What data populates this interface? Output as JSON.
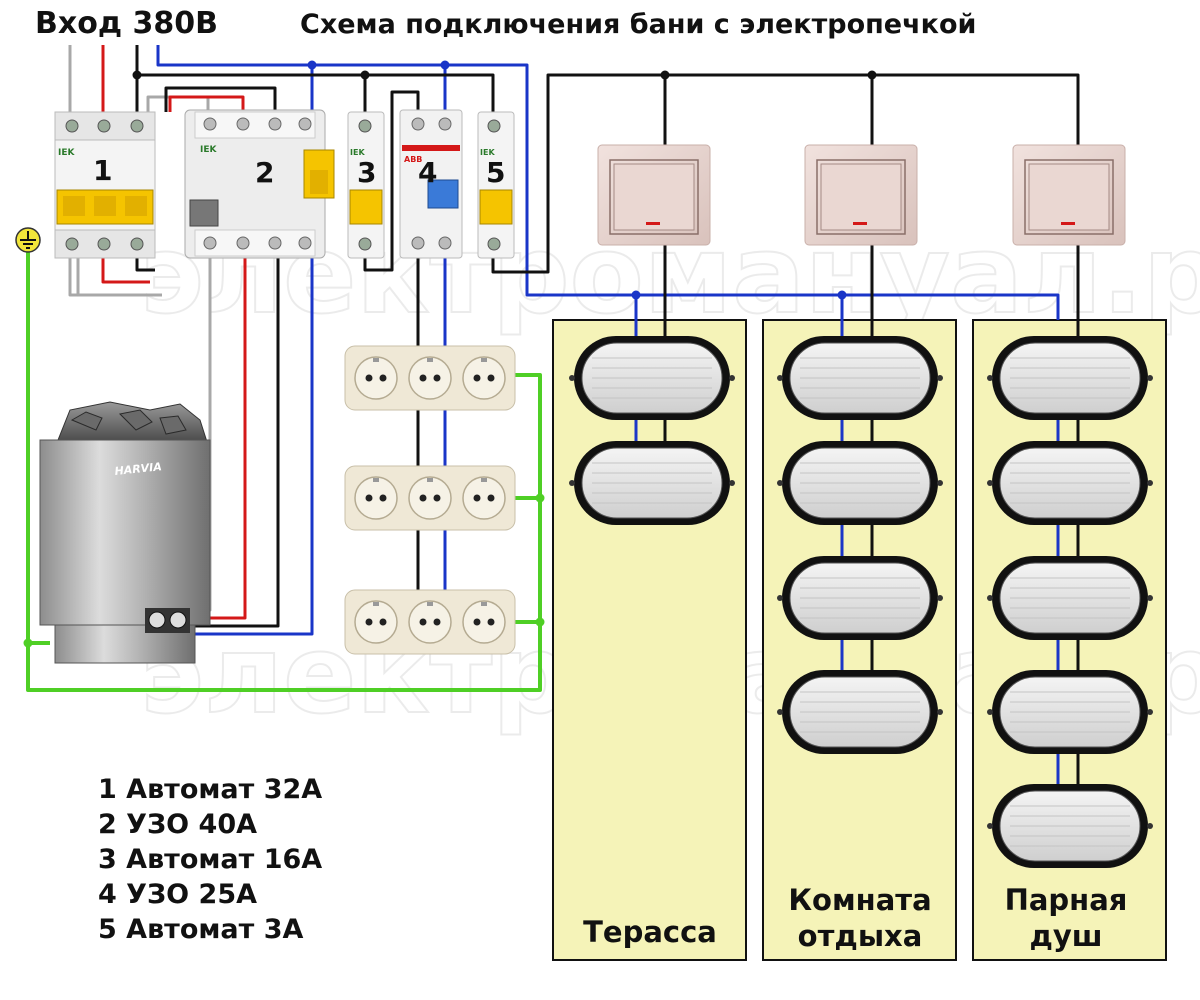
{
  "header": {
    "input_label": "Вход 380В",
    "title": "Схема подключения бани с электропечкой"
  },
  "devices": [
    {
      "number": "1",
      "brand": "IEK"
    },
    {
      "number": "2",
      "brand": "IEK"
    },
    {
      "number": "3",
      "brand": "IEK"
    },
    {
      "number": "4",
      "brand": "ABB"
    },
    {
      "number": "5",
      "brand": "IEK"
    }
  ],
  "heater": {
    "brand": "HARVIA"
  },
  "legend": [
    "1 Автомат 32А",
    "2 УЗО 40А",
    "3 Автомат 16А",
    "4 УЗО 25А",
    "5 Автомат 3А"
  ],
  "rooms": [
    {
      "lines": [
        "Терасса"
      ],
      "lamps": 2
    },
    {
      "lines": [
        "Комната",
        "отдыха"
      ],
      "lamps": 4
    },
    {
      "lines": [
        "Парная",
        "душ"
      ],
      "lamps": 5
    }
  ],
  "watermark": "электромануал.ру",
  "colors": {
    "phase_black": "#111111",
    "phase_red": "#d41818",
    "phase_gray": "#a8a8a8",
    "neutral_blue": "#1a35c8",
    "ground_green": "#4fcf25",
    "room_fill": "#f5f3b8",
    "switch_fill": "#ead7d2"
  }
}
